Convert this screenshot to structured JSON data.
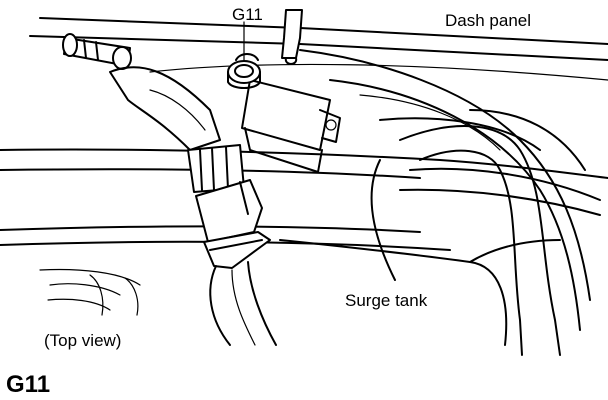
{
  "labels": {
    "connector_callout": "G11",
    "dash_panel": "Dash panel",
    "surge_tank": "Surge tank",
    "view_note": "(Top view)",
    "connector_code": "G11"
  }
}
